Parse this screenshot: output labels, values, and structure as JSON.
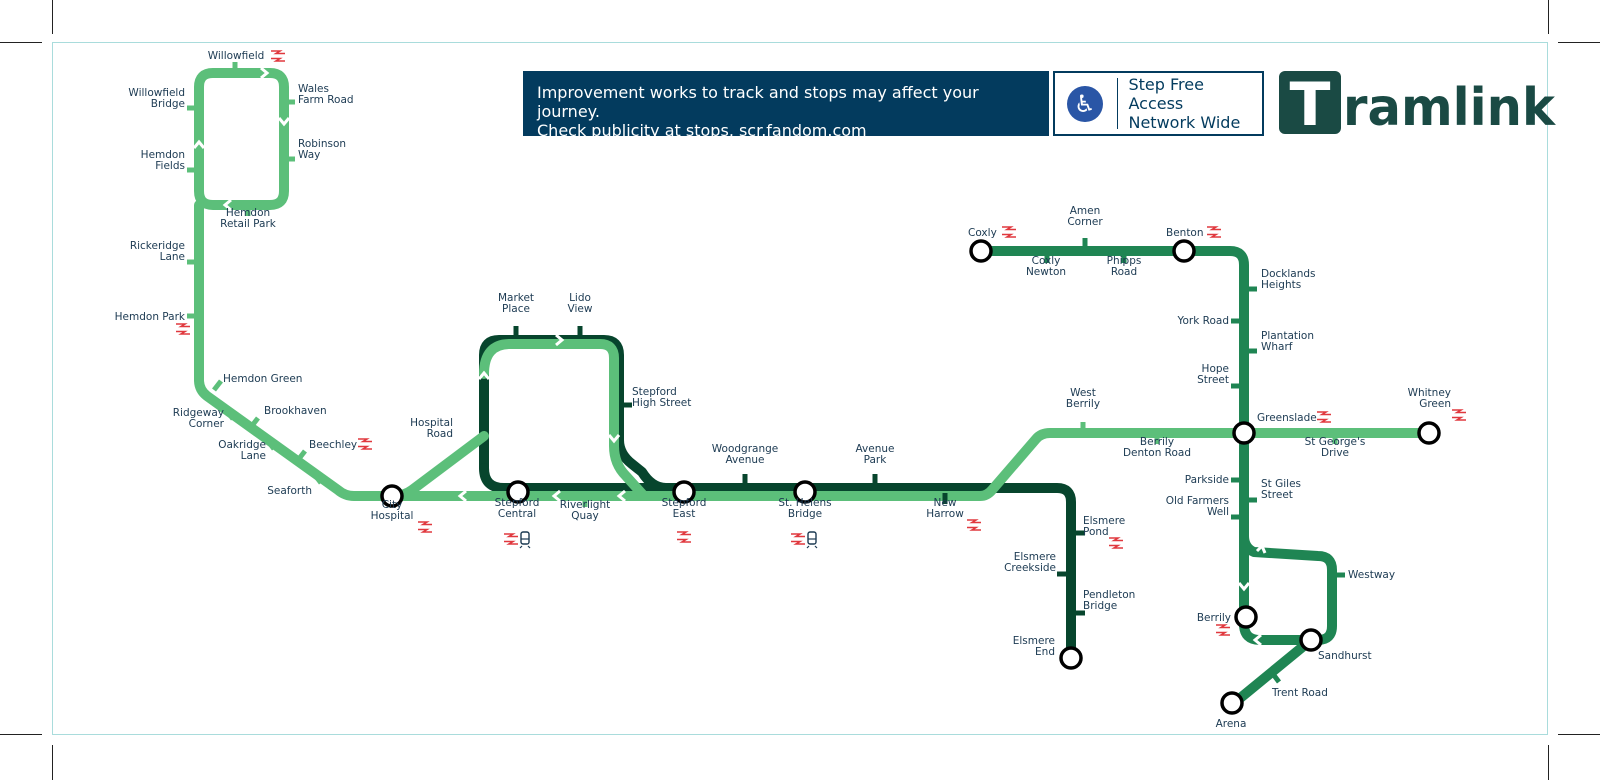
{
  "notice": {
    "line1": "Improvement works to track and stops may affect your journey.",
    "line2": "Check publicity at stops, scr.fandom.com"
  },
  "step_free": {
    "line1": "Step Free Access",
    "line2": "Network Wide",
    "icon": "wheelchair-icon"
  },
  "brand": {
    "name": "Tramlink",
    "logo_letter": "T",
    "logo_rest": "ramlink"
  },
  "colors": {
    "light_green": "#5cbf7a",
    "mid_green": "#1f8553",
    "dark_green": "#07452d",
    "navy": "#033b5e",
    "label": "#1c3a52",
    "rail_red": "#e0383e",
    "frame": "#a9dcdc"
  },
  "stops": {
    "willowfield": "Willowfield",
    "willowfield_bridge": "Willowfield\nBridge",
    "wales_farm_road": "Wales\nFarm Road",
    "hemdon_fields": "Hemdon\nFields",
    "robinson_way": "Robinson\nWay",
    "hemdon_retail_park": "Hemdon\nRetail Park",
    "rickeridge_lane": "Rickeridge\nLane",
    "hemdon_park": "Hemdon Park",
    "hemdon_green": "Hemdon Green",
    "brookhaven": "Brookhaven",
    "ridgeway_corner": "Ridgeway\nCorner",
    "beechley": "Beechley",
    "oakridge_lane": "Oakridge\nLane",
    "seaforth": "Seaforth",
    "city_hospital": "City\nHospital",
    "hospital_road": "Hospital\nRoad",
    "market_place": "Market\nPlace",
    "lido_view": "Lido\nView",
    "stepford_high_street": "Stepford\nHigh Street",
    "stepford_central": "Stepford\nCentral",
    "riverlight_quay": "Riverlight\nQuay",
    "stepford_east": "Stepford\nEast",
    "woodgrange_avenue": "Woodgrange\nAvenue",
    "st_helens_bridge": "St. Helens\nBridge",
    "avenue_park": "Avenue\nPark",
    "new_harrow": "New\nHarrow",
    "west_berrily": "West\nBerrily",
    "berrily_denton_road": "Berrily\nDenton Road",
    "elsmere_pond": "Elsmere\nPond",
    "elsmere_creekside": "Elsmere\nCreekside",
    "pendleton_bridge": "Pendleton\nBridge",
    "elsmere_end": "Elsmere\nEnd",
    "coxly": "Coxly",
    "amen_corner": "Amen\nCorner",
    "benton": "Benton",
    "coxly_newton": "Coxly\nNewton",
    "phipps_road": "Phipps\nRoad",
    "docklands_heights": "Docklands\nHeights",
    "york_road": "York Road",
    "plantation_wharf": "Plantation\nWharf",
    "hope_street": "Hope\nStreet",
    "greenslade": "Greenslade",
    "whitney_green": "Whitney\nGreen",
    "st_georges_drive": "St George's\nDrive",
    "parkside": "Parkside",
    "st_giles_street": "St Giles\nStreet",
    "old_farmers_well": "Old Farmers\nWell",
    "westway": "Westway",
    "berrily": "Berrily",
    "sandhurst": "Sandhurst",
    "trent_road": "Trent Road",
    "arena": "Arena"
  }
}
